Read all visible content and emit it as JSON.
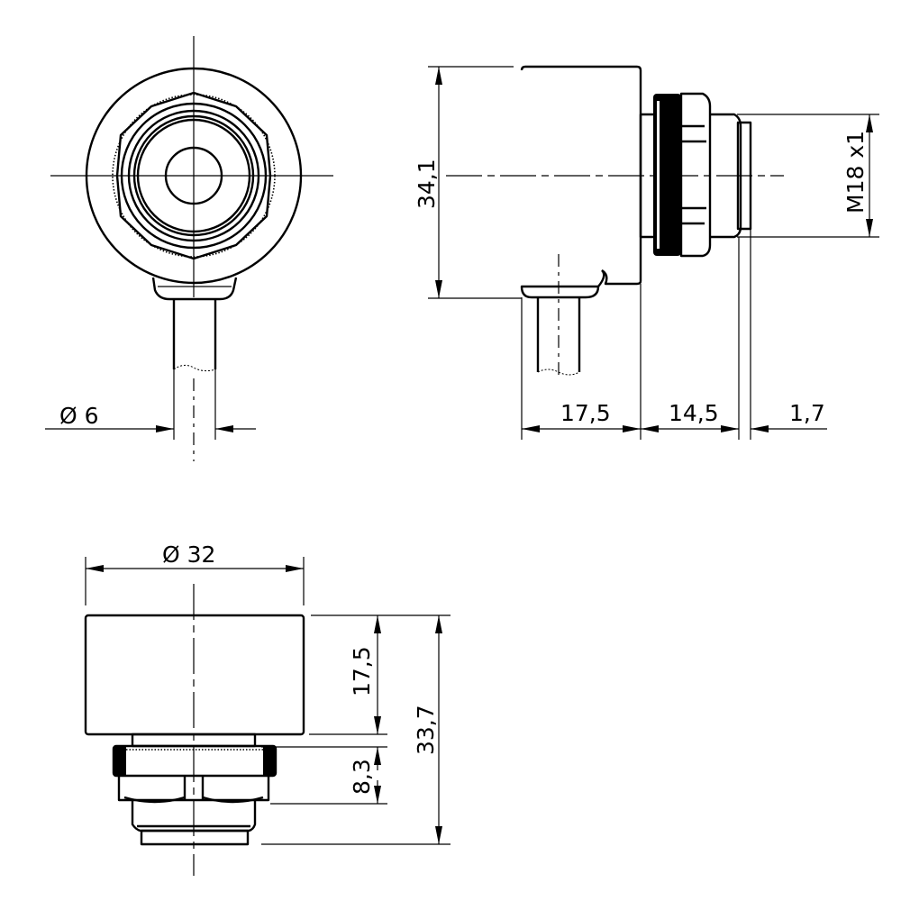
{
  "drawing": {
    "type": "technical-dimension-drawing",
    "subject": "cylindrical sensor housing with M18 threaded connector and cable outlet",
    "stroke_color": "#000000",
    "background_color": "#ffffff"
  },
  "views": {
    "front": {
      "name": "front-view",
      "dimensions": {
        "cable_diameter": "Ø 6"
      }
    },
    "side": {
      "name": "side-view",
      "dimensions": {
        "height": "34,1",
        "thread": "M18 x1",
        "body_depth": "17,5",
        "connector_length": "14,5",
        "tip_length": "1,7"
      }
    },
    "bottom": {
      "name": "bottom-view",
      "dimensions": {
        "diameter": "Ø 32",
        "body_height": "17,5",
        "nut_height": "8,3",
        "total_height": "33,7"
      }
    }
  }
}
